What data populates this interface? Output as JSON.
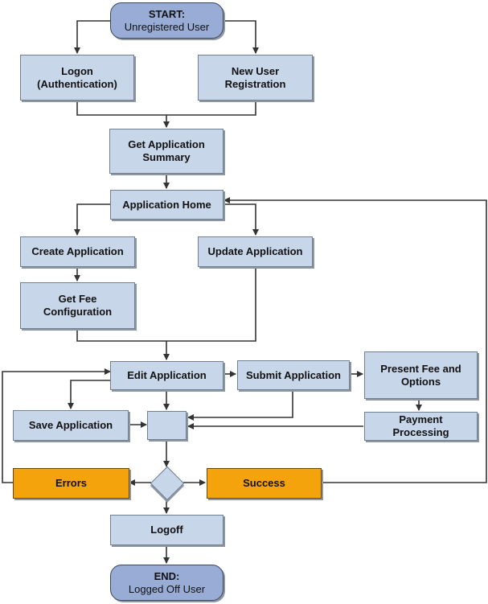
{
  "nodes": {
    "start": {
      "line1": "START:",
      "line2": "Unregistered User"
    },
    "logon": {
      "line1": "Logon",
      "line2": "(Authentication)"
    },
    "new_user": {
      "line1": "New User",
      "line2": "Registration"
    },
    "get_summary": {
      "line1": "Get Application",
      "line2": "Summary"
    },
    "app_home": {
      "label": "Application Home"
    },
    "create_app": {
      "label": "Create Application"
    },
    "update_app": {
      "label": "Update Application"
    },
    "get_fee": {
      "line1": "Get Fee",
      "line2": "Configuration"
    },
    "edit_app": {
      "label": "Edit Application"
    },
    "submit_app": {
      "label": "Submit Application"
    },
    "present_fee": {
      "line1": "Present Fee and",
      "line2": "Options"
    },
    "save_app": {
      "label": "Save Application"
    },
    "payment": {
      "line1": "Payment",
      "line2": "Processing"
    },
    "errors": {
      "label": "Errors"
    },
    "success": {
      "label": "Success"
    },
    "logoff": {
      "label": "Logoff"
    },
    "end": {
      "line1": "END:",
      "line2": "Logged Off User"
    }
  },
  "colors": {
    "box_fill": "#c8d6ea",
    "terminal_fill": "#98acd6",
    "status_fill": "#f5a30c",
    "line": "#333333"
  }
}
